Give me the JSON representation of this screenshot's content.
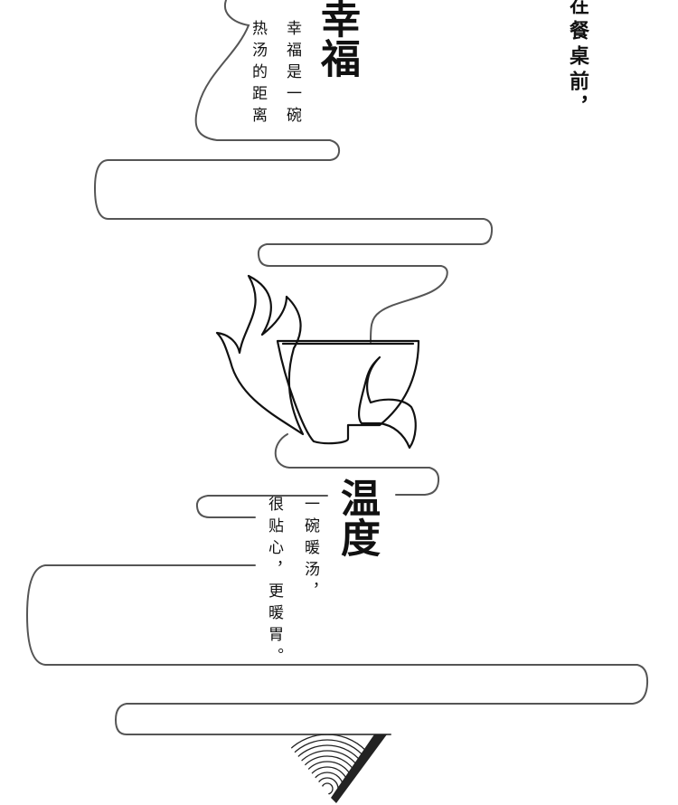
{
  "section_happiness": {
    "title": "幸福",
    "line1": "幸福是一碗",
    "line2": "热汤的距离"
  },
  "right_column": {
    "text": "在餐桌前，"
  },
  "section_warmth": {
    "title": "温度",
    "line1": "一碗暖汤，",
    "line2": "很贴心，更暖胃。"
  },
  "colors": {
    "line": "#555555",
    "ink": "#111111",
    "background": "#ffffff"
  },
  "icons": {
    "center": "soup-bowl-with-flames-icon",
    "bottom": "woodgrain-triangle-icon"
  }
}
